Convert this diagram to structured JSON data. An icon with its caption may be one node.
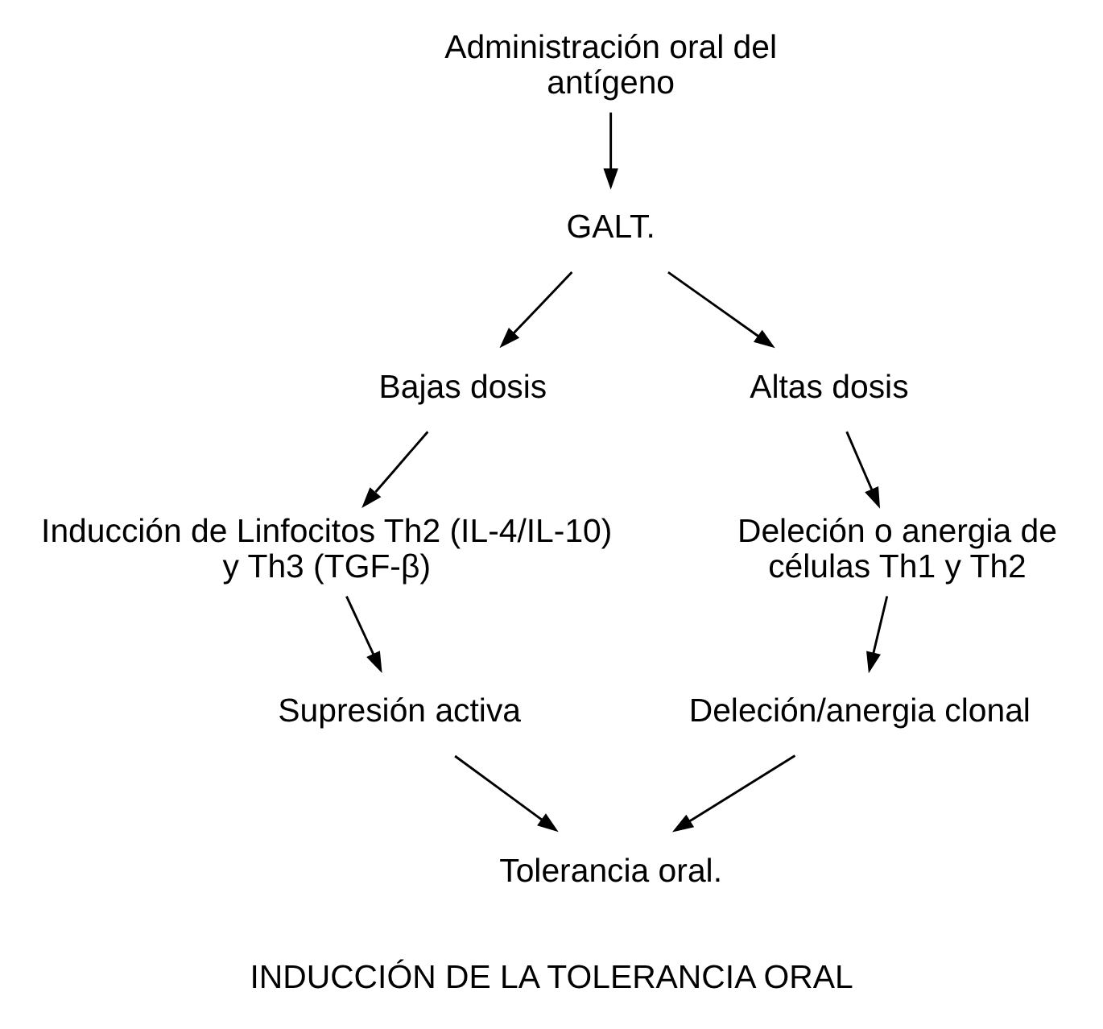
{
  "diagram": {
    "caption": "INDUCCIÓN DE LA TOLERANCIA ORAL",
    "nodes": [
      {
        "text": [
          "Administración oral del antígeno"
        ]
      },
      {
        "text": [
          "GALT."
        ]
      },
      {
        "text": [
          "Bajas dosis"
        ]
      },
      {
        "text": [
          "Altas dosis"
        ]
      },
      {
        "text": [
          "Inducción de Linfocitos Th2 (IL-4/IL-10) y Th3 (TGF-β)"
        ]
      },
      {
        "text": [
          "Deleción o anergia de células Th1 y Th2"
        ]
      },
      {
        "text": [
          "Supresión activa"
        ]
      },
      {
        "text": [
          "Deleción/anergia clonal"
        ]
      },
      {
        "text": [
          "Tolerancia oral."
        ]
      }
    ],
    "edges": [
      {
        "from": 0,
        "to": 1,
        "arrow": "to"
      },
      {
        "from": 1,
        "to": 2,
        "arrow": "to"
      },
      {
        "from": 1,
        "to": 3,
        "arrow": "to"
      },
      {
        "from": 2,
        "to": 4,
        "arrow": "to"
      },
      {
        "from": 3,
        "to": 5,
        "arrow": "to"
      },
      {
        "from": 4,
        "to": 6,
        "arrow": "to"
      },
      {
        "from": 5,
        "to": 7,
        "arrow": "to"
      },
      {
        "from": 6,
        "to": 8,
        "arrow": "to"
      },
      {
        "from": 7,
        "to": 8,
        "arrow": "to"
      }
    ]
  }
}
